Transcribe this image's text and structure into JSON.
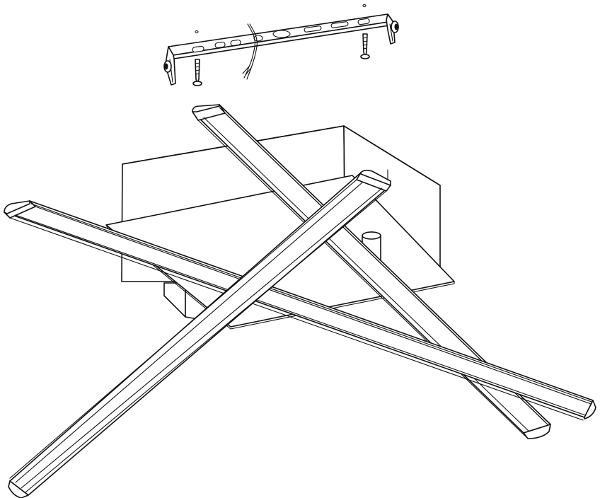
{
  "figure": {
    "kind": "assembly line drawing",
    "parts": [
      "mounting-bracket",
      "screw-left",
      "screw-right",
      "supply-wires",
      "canopy-box",
      "led-bar-back",
      "led-bar-front-right",
      "led-bar-left"
    ]
  },
  "colors": {
    "stroke": "#111111",
    "background": "#ffffff"
  }
}
